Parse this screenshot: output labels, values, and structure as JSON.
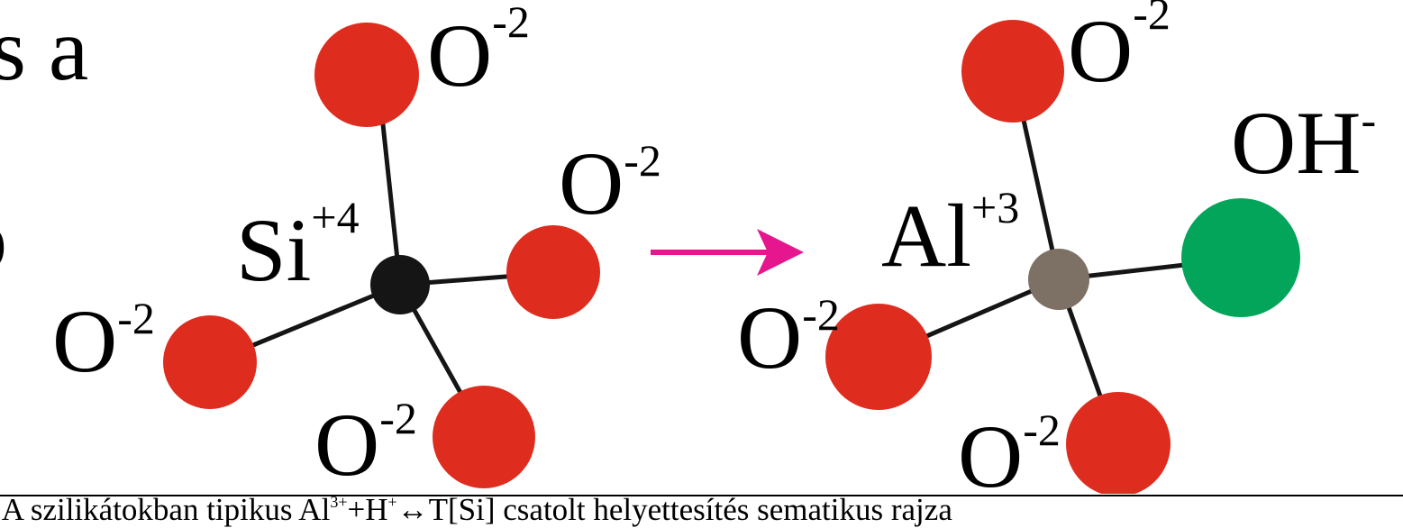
{
  "colors": {
    "oxygen": "#de2d1f",
    "silicon": "#151515",
    "aluminium": "#7d7064",
    "hydroxyl": "#03a55a",
    "arrow": "#e5168e",
    "bond": "#151515"
  },
  "left_fragments": {
    "top": "s a",
    "bottom": "o"
  },
  "left_molecule": {
    "center_symbol": "Si",
    "center_charge": "+4",
    "oxygen_symbol": "O",
    "oxygen_charge": "-2"
  },
  "right_molecule": {
    "center_symbol": "Al",
    "center_charge": "+3",
    "oxygen_symbol": "O",
    "oxygen_charge": "-2",
    "hydroxyl_symbol": "OH",
    "hydroxyl_charge": "-"
  },
  "caption": {
    "lead": "ra: A szilikátokban tipikus  Al",
    "al_charge": "3+",
    "mid": "+H",
    "h_charge": "+",
    "tail": "↔T[Si] csatolt helyettesítés sematikus rajza"
  }
}
